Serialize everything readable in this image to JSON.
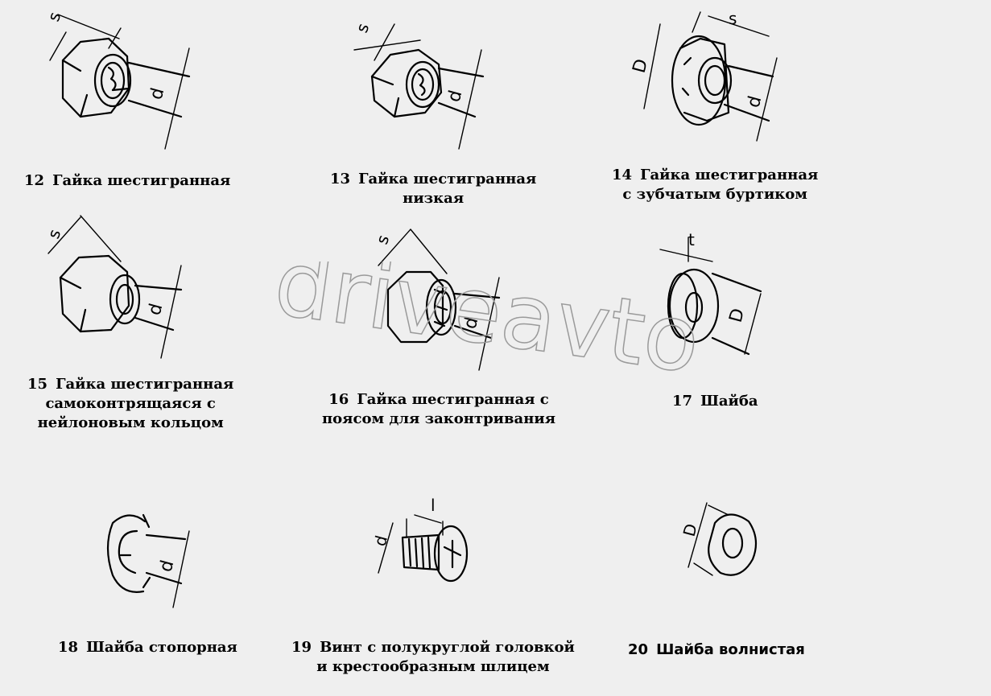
{
  "watermark": "driveavto",
  "dim_labels": {
    "s": "s",
    "d": "d",
    "D": "D",
    "t": "t",
    "l": "l"
  },
  "items": [
    {
      "num": "12",
      "lines": [
        "Гайка шестигранная"
      ]
    },
    {
      "num": "13",
      "lines": [
        "Гайка шестигранная",
        "низкая"
      ]
    },
    {
      "num": "14",
      "lines": [
        "Гайка шестигранная",
        "с зубчатым буртиком"
      ]
    },
    {
      "num": "15",
      "lines": [
        "Гайка шестигранная",
        "самоконтрящаяся с",
        "нейлоновым кольцом"
      ]
    },
    {
      "num": "16",
      "lines": [
        "Гайка шестигранная с",
        "поясом для законтривания"
      ]
    },
    {
      "num": "17",
      "lines": [
        "Шайба"
      ]
    },
    {
      "num": "18",
      "lines": [
        "Шайба стопорная"
      ]
    },
    {
      "num": "19",
      "lines": [
        "Винт с полукруглой головкой",
        "и крестообразным шлицем"
      ]
    },
    {
      "num": "20",
      "lines": [
        "Шайба волнистая"
      ]
    }
  ]
}
